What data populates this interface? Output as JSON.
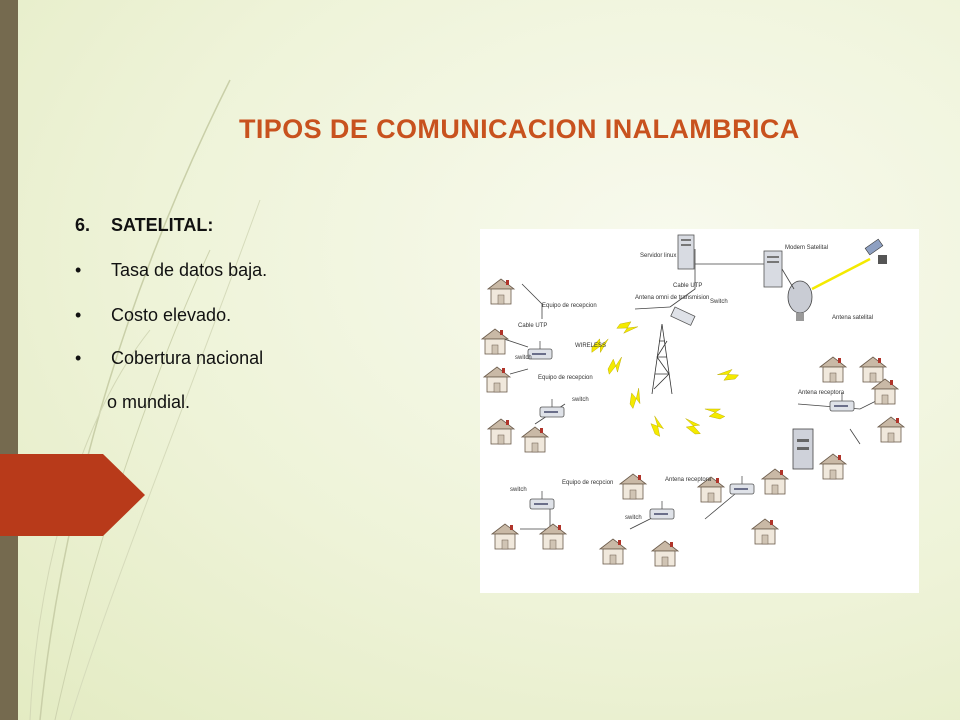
{
  "slide": {
    "title": "TIPOS DE COMUNICACION INALAMBRICA",
    "section": {
      "number": "6.",
      "heading": "SATELITAL:"
    },
    "bullets": [
      {
        "symbol": "•",
        "text": "Tasa de datos baja."
      },
      {
        "symbol": "•",
        "text": "Costo elevado."
      },
      {
        "symbol": "•",
        "text": "Cobertura nacional"
      }
    ],
    "continuation": "o mundial."
  },
  "diagram": {
    "labels": {
      "servidor": "Servidor linux",
      "modem": "Modem Satelital",
      "cable_utp_top": "Cable UTP",
      "switch_top": "Switch",
      "antena_omni": "Antena omni de transmision",
      "equipo_recepcion_1": "Equipo de recepcion",
      "cable_utp_left": "Cable UTP",
      "wireless": "WIRELESS",
      "switch": "switch",
      "equipo_recepcion_2": "Equipo de recepcion",
      "equipo_recepcion_3": "Equipo de recpcion",
      "antena_receptora_1": "Antena receptora",
      "antena_receptora_2": "Antena receptora",
      "antena_satelital": "Antena satelital"
    }
  },
  "colors": {
    "title": "#c8521e",
    "left_bar": "#756a4f",
    "arrow": "#b83a1a",
    "lightning": "#f4ea00"
  }
}
